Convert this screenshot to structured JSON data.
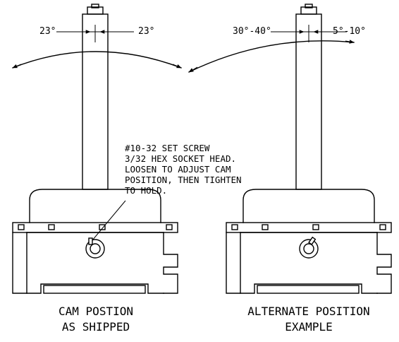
{
  "left_view": {
    "angle_left": "23°",
    "angle_right": "23°",
    "caption_line1": "CAM POSTION",
    "caption_line2": "AS SHIPPED"
  },
  "right_view": {
    "angle_left": "30°-40°",
    "angle_right": "5°-10°",
    "caption_line1": "ALTERNATE POSITION",
    "caption_line2": "EXAMPLE"
  },
  "note": {
    "line1": "#10-32 SET SCREW",
    "line2": "3/32 HEX SOCKET HEAD.",
    "line3": "LOOSEN TO ADJUST CAM",
    "line4": "POSITION, THEN TIGHTEN",
    "line5": "TO HOLD."
  },
  "colors": {
    "ink": "#000000",
    "paper": "#ffffff"
  }
}
